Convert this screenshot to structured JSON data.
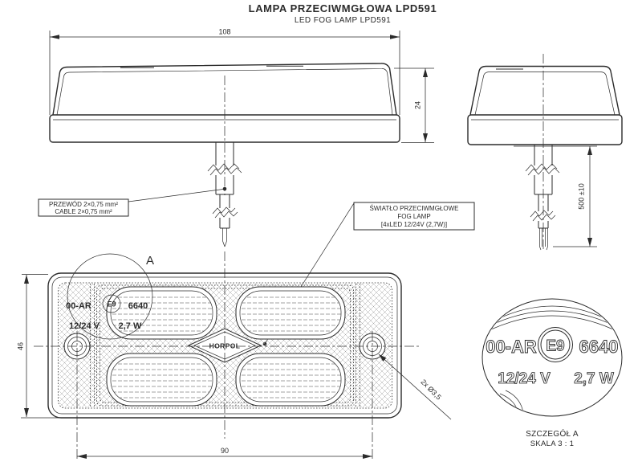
{
  "title": {
    "main": "LAMPA PRZECIWMGŁOWA LPD591",
    "sub": "LED FOG LAMP LPD591"
  },
  "labels": {
    "cable_box": {
      "line1": "PRZEWÓD 2×0,75 mm²",
      "line2": "CABLE 2×0,75 mm²"
    },
    "fog_box": {
      "line1": "ŚWIATŁO PRZECIWMGŁOWE",
      "line2": "FOG LAMP",
      "line3": "[4xLED 12/24V (2,7W)]"
    },
    "detail_ref": "A",
    "detail_caption": {
      "line1": "SZCZEGÓŁ A",
      "line2": "SKALA 3 : 1"
    }
  },
  "dimensions": {
    "overall_width": "108",
    "side_height": "24",
    "cable_length": "500 ±10",
    "front_height": "46",
    "hole_spacing": "90",
    "hole_diameter": "2x Ø3,5"
  },
  "markings": {
    "approval_prefix": "00-AR",
    "e_mark": "E9",
    "approval_number": "6640",
    "voltage": "12/24 V",
    "power": "2,7 W",
    "brand": "HORPOL"
  },
  "colors": {
    "line": "#2b2b2b",
    "hatch": "#999999",
    "background": "#ffffff"
  }
}
